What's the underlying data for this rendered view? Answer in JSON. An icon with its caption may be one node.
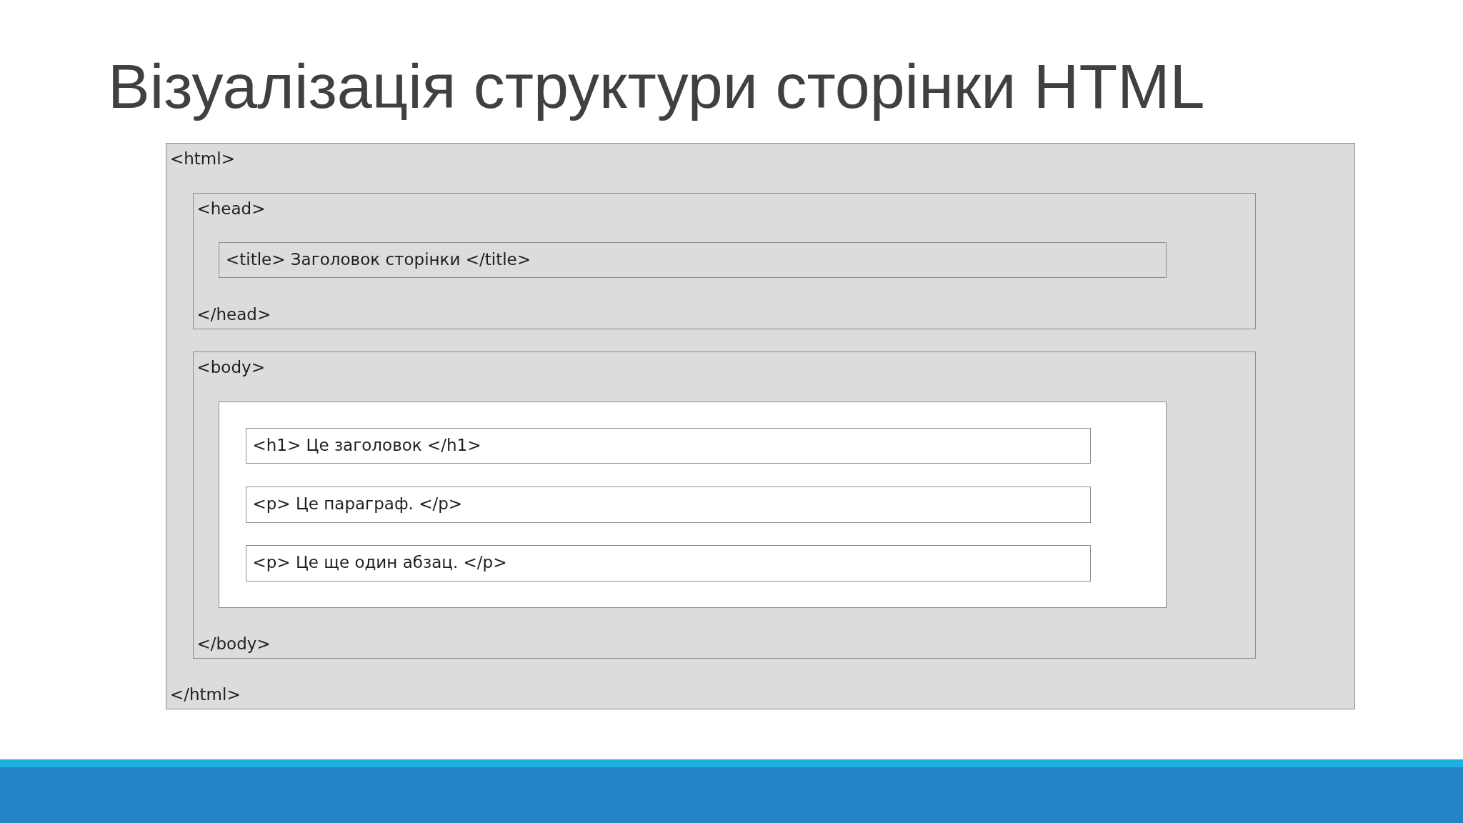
{
  "diagram": {
    "title": "Візуалізація структури сторінки HTML",
    "nodes": [
      {
        "text": [
          "<html>",
          "</html>"
        ]
      },
      {
        "text": [
          "<head>",
          "</head>"
        ],
        "in": 0
      },
      {
        "text": [
          "<title> Заголовок сторінки </title>"
        ],
        "in": 1
      },
      {
        "text": [
          "<body>",
          "</body>"
        ],
        "in": 0
      },
      {
        "text": [],
        "shape": "box",
        "in": 3
      },
      {
        "text": [
          "<h1> Це заголовок </h1>"
        ],
        "in": 4
      },
      {
        "text": [
          "<p> Це параграф. </p>"
        ],
        "in": 4
      },
      {
        "text": [
          "<p> Це ще один абзац. </p>"
        ],
        "in": 4
      }
    ]
  }
}
